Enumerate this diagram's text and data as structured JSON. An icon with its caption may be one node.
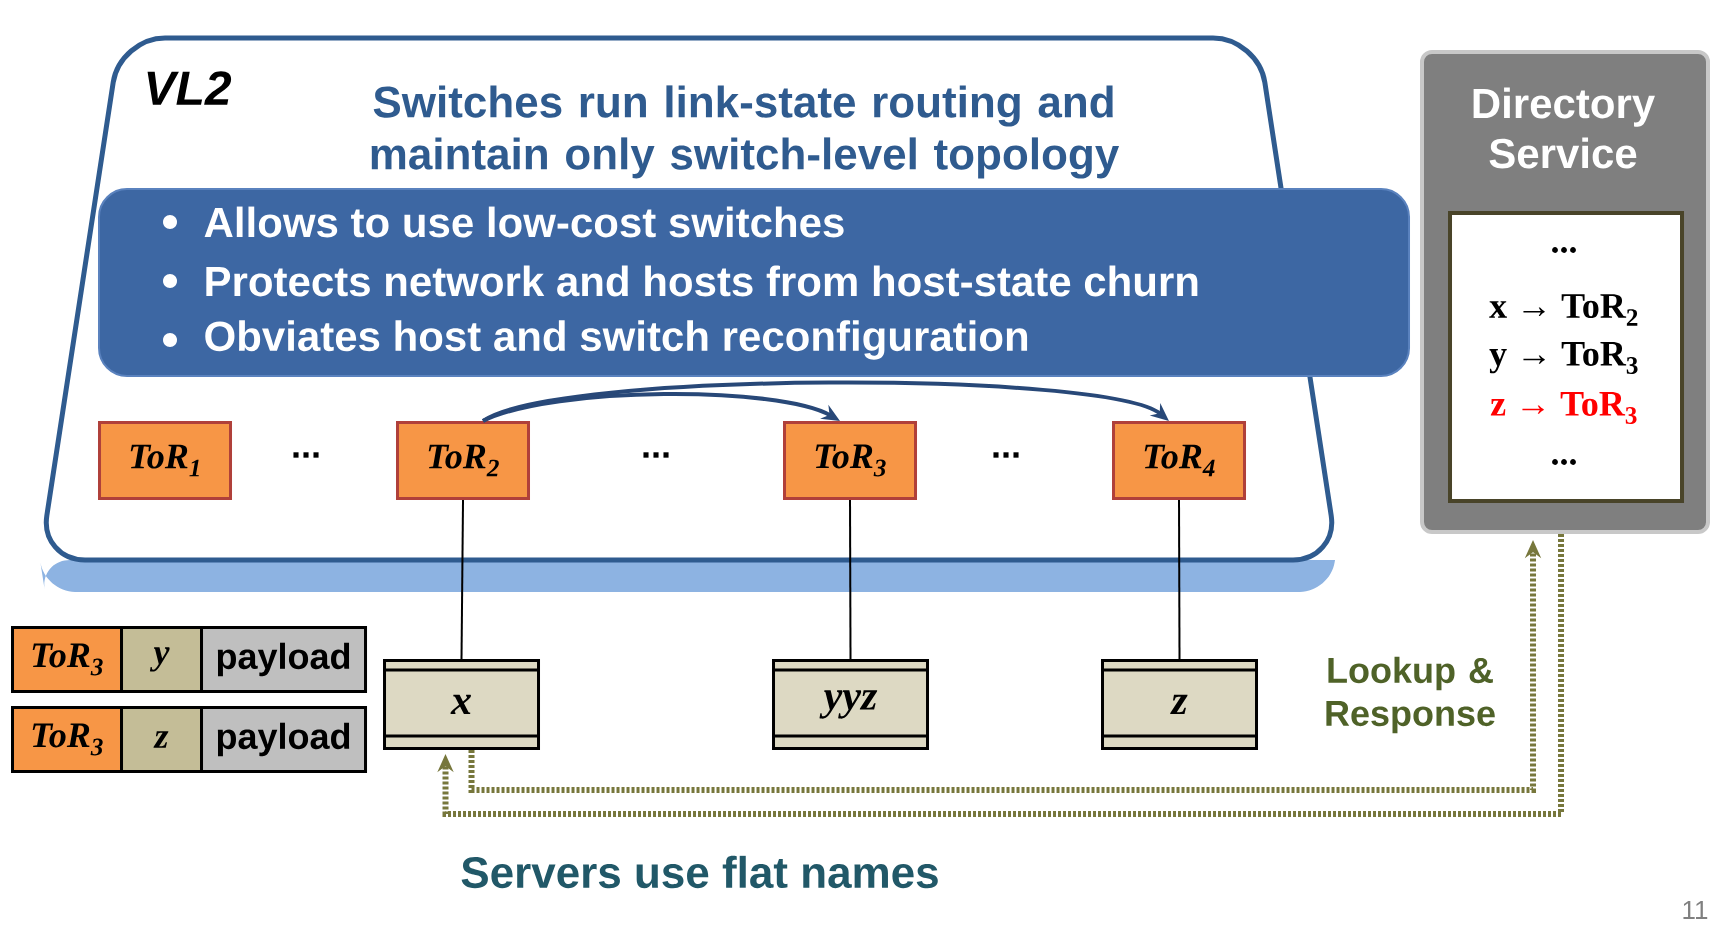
{
  "diagram": {
    "nodes": [
      {
        "text": [
          "VL2",
          "Switches run link-state routing and maintain only switch-level topology"
        ]
      },
      {
        "text": [
          "ToR$_{1}$"
        ],
        "in": 0
      },
      {
        "text": [
          "ToR$_{2}$"
        ],
        "in": 0
      },
      {
        "text": [
          "ToR$_{3}$"
        ],
        "in": 0
      },
      {
        "text": [
          "ToR$_{4}$"
        ],
        "in": 0
      },
      {
        "text": [
          "Allows to use low-cost switches",
          "Protects network and hosts from host-state churn",
          "Obviates host and switch reconfiguration"
        ]
      },
      {
        "text": [
          "Directory Service"
        ]
      },
      {
        "text": [
          "...",
          "x → ToR$_{2}$",
          "y → ToR$_{3}$",
          "z → ToR$_{3}$",
          "..."
        ],
        "in": 6
      },
      {
        "text": [
          "x"
        ]
      },
      {
        "text": [
          "yyz"
        ]
      },
      {
        "text": [
          "z"
        ]
      },
      {
        "text": [
          "ToR$_{3}$",
          "y",
          "payload"
        ]
      },
      {
        "text": [
          "ToR$_{3}$",
          "z",
          "payload"
        ]
      }
    ],
    "edges": [
      {
        "from": 2,
        "to": 8,
        "arrow": "none"
      },
      {
        "from": 3,
        "to": 9,
        "arrow": "none"
      },
      {
        "from": 4,
        "to": 10,
        "arrow": "none"
      },
      {
        "from": 2,
        "to": 3,
        "arrow": "to",
        "color": "#284878"
      },
      {
        "from": 2,
        "to": 4,
        "arrow": "to",
        "color": "#284878"
      },
      {
        "from": 8,
        "to": 6,
        "arrow": "to",
        "label": "Lookup & Response",
        "style": "dashed",
        "color": "#77773c"
      },
      {
        "from": 6,
        "to": 8,
        "arrow": "to",
        "style": "dashed",
        "color": "#77773c"
      }
    ],
    "labels": [
      "...",
      "...",
      "...",
      "Servers use flat names",
      "11"
    ]
  }
}
